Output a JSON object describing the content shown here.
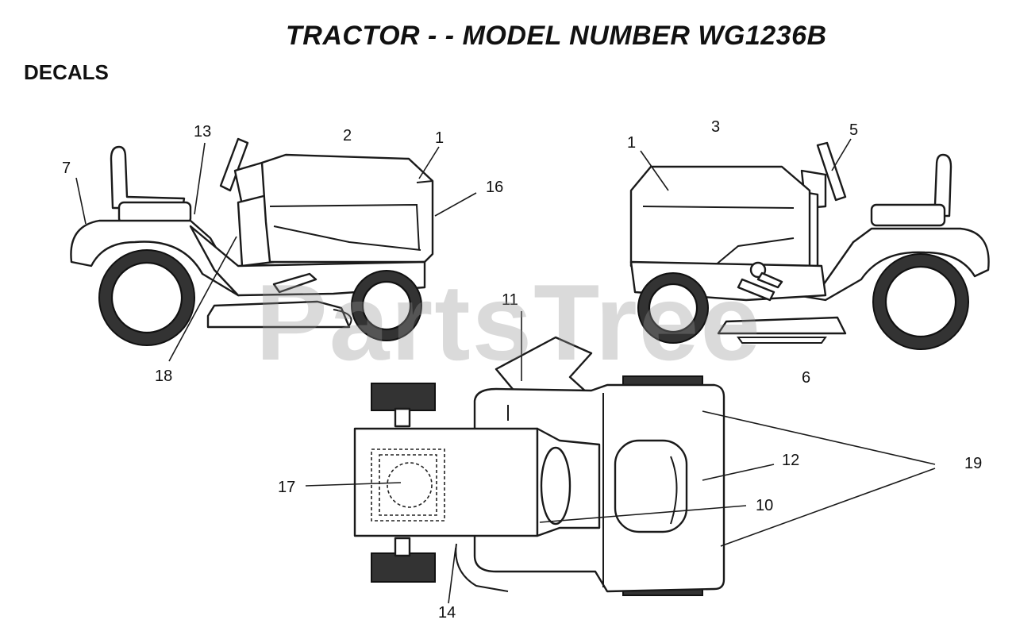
{
  "title": "TRACTOR - - MODEL NUMBER WG1236B",
  "section": "DECALS",
  "watermark": "PartsTree",
  "callouts": {
    "c1a": "1",
    "c2": "2",
    "c7": "7",
    "c13": "13",
    "c16": "16",
    "c18": "18",
    "c1b": "1",
    "c3": "3",
    "c5": "5",
    "c11": "11",
    "c6": "6",
    "c17": "17",
    "c12": "12",
    "c19": "19",
    "c10": "10",
    "c14": "14"
  }
}
